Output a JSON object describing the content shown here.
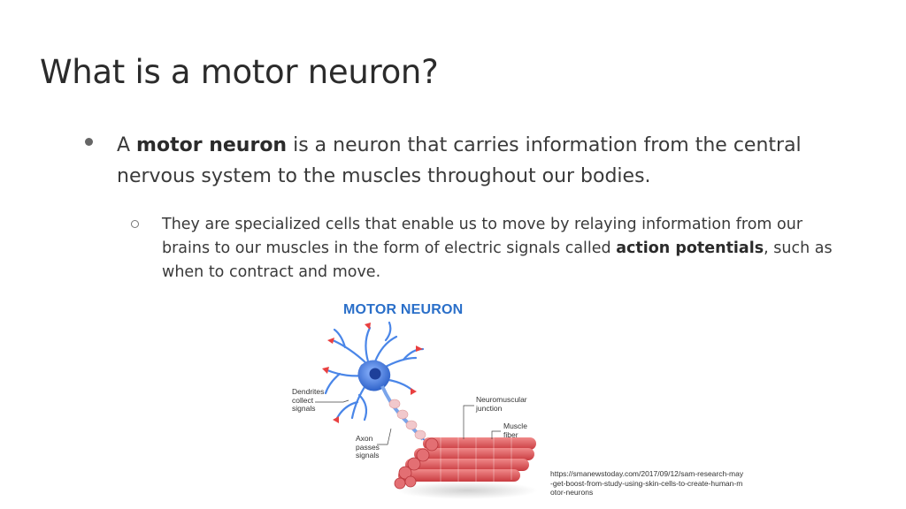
{
  "slide": {
    "title": "What is a motor neuron?"
  },
  "bullet": {
    "prefix": "A ",
    "bold": "motor neuron",
    "rest": " is a neuron that carries information from the central nervous system to the muscles throughout our bodies."
  },
  "sub_bullet": {
    "part1": "They are specialized cells that enable us to move by relaying information from our brains to our muscles in the form of electric signals called ",
    "bold": "action potentials",
    "part2": ", such as when to contract and move."
  },
  "figure": {
    "title": "MOTOR NEURON",
    "labels": {
      "dendrites": [
        "Dendrites",
        "collect",
        "signals"
      ],
      "axon": [
        "Axon",
        "passes",
        "signals"
      ],
      "junction": [
        "Neuromuscular",
        "junction"
      ],
      "fiber": [
        "Muscle",
        "fiber"
      ]
    },
    "colors": {
      "neuron": "#3f7be0",
      "muscle": "#e2575b",
      "title": "#2a6fc9"
    }
  },
  "credit": "https://smanewstoday.com/2017/09/12/sam-research-may-get-boost-from-study-using-skin-cells-to-create-human-motor-neurons"
}
